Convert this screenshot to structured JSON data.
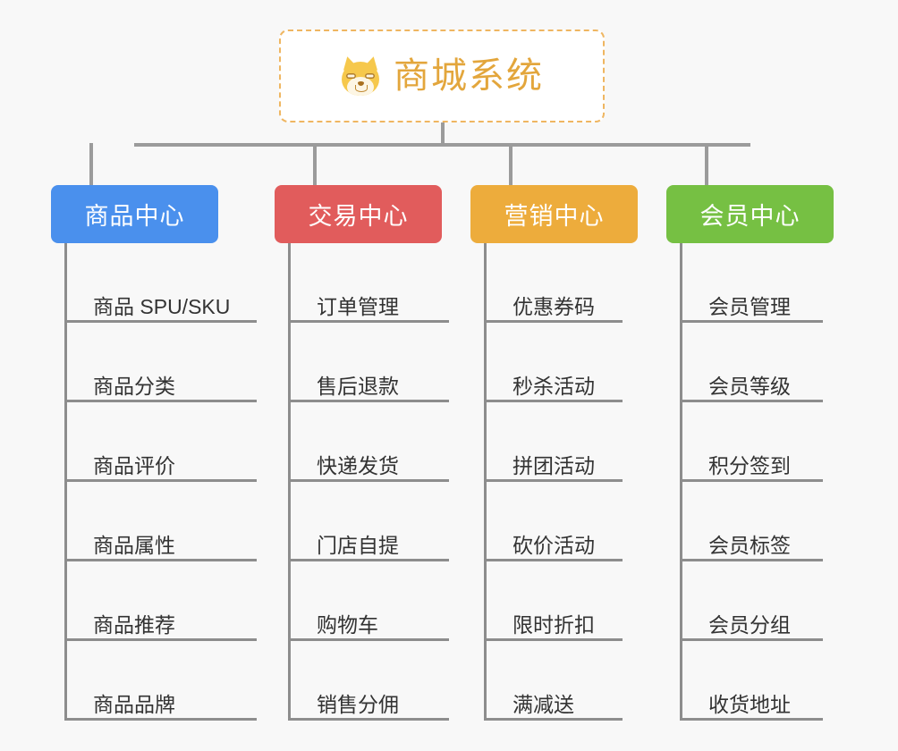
{
  "background_color": "#f8f8f8",
  "root": {
    "title": "商城系统",
    "icon": "shiba-inu-face-icon",
    "border_color": "#efb661",
    "text_color": "#e3a63c",
    "background_color": "#ffffff"
  },
  "line_color": "#8d8d8d",
  "branches": [
    {
      "label": "商品中心",
      "color": "#4a90ed",
      "items": [
        "商品 SPU/SKU",
        "商品分类",
        "商品评价",
        "商品属性",
        "商品推荐",
        "商品品牌"
      ]
    },
    {
      "label": "交易中心",
      "color": "#e15c5c",
      "items": [
        "订单管理",
        "售后退款",
        "快递发货",
        "门店自提",
        "购物车",
        "销售分佣"
      ]
    },
    {
      "label": "营销中心",
      "color": "#edac3c",
      "items": [
        "优惠券码",
        "秒杀活动",
        "拼团活动",
        "砍价活动",
        "限时折扣",
        "满减送"
      ]
    },
    {
      "label": "会员中心",
      "color": "#76c043",
      "items": [
        "会员管理",
        "会员等级",
        "积分签到",
        "会员标签",
        "会员分组",
        "收货地址"
      ]
    }
  ]
}
